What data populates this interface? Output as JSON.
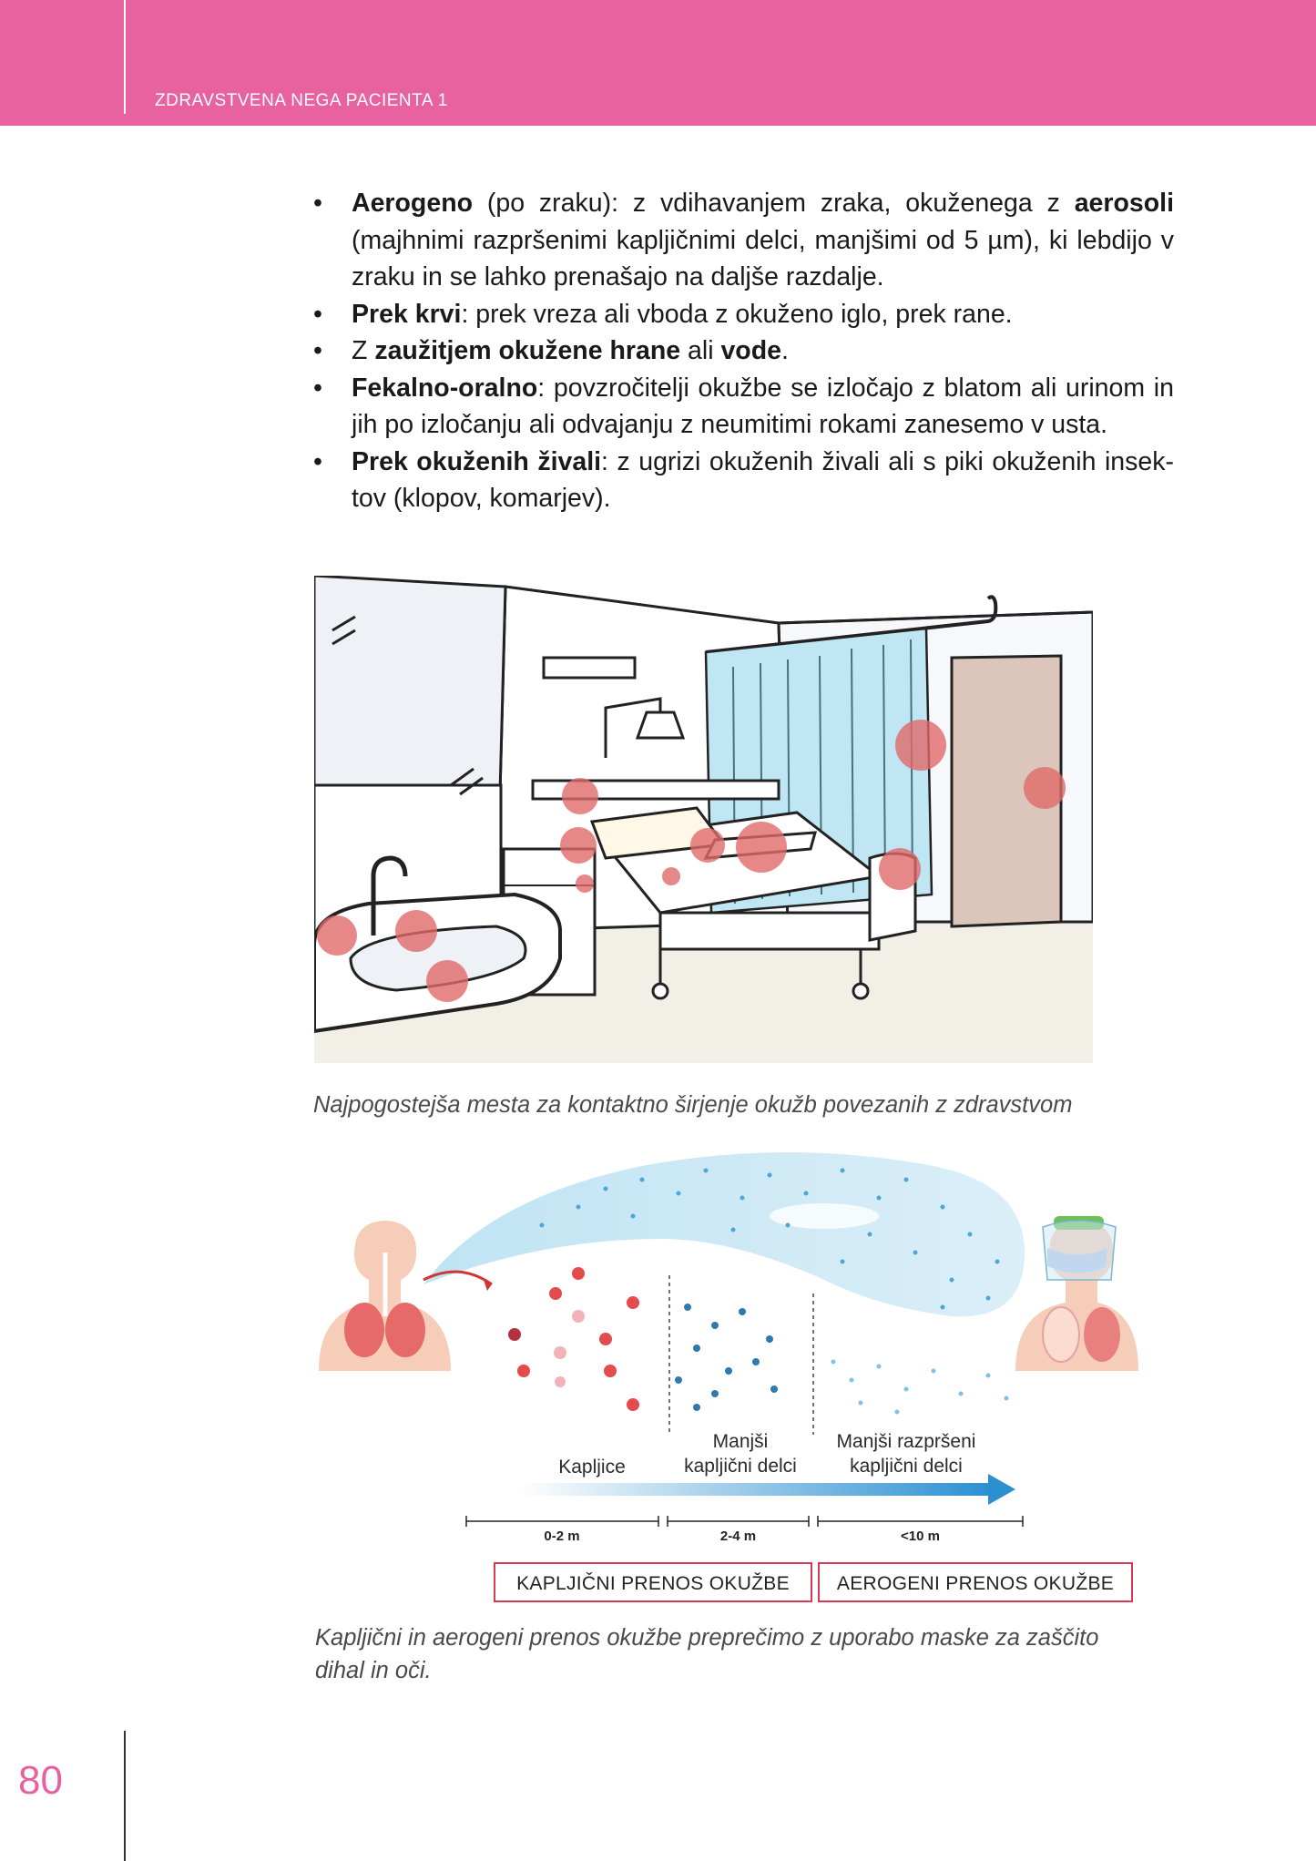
{
  "header": {
    "title": "ZDRAVSTVENA NEGA PACIENTA 1"
  },
  "bullets": [
    {
      "dot": "•",
      "parts": [
        {
          "t": "Aerogeno",
          "b": true
        },
        {
          "t": " (po zraku): z vdihavanjem zraka, okuženega z "
        },
        {
          "t": "aerosoli",
          "b": true
        },
        {
          "t": " (majhnimi razpršenimi kapljičnimi delci, manjšimi od 5 µm), ki lebdi­jo v zraku in se lahko prenašajo na daljše razdalje."
        }
      ]
    },
    {
      "dot": "•",
      "parts": [
        {
          "t": "Prek krvi",
          "b": true
        },
        {
          "t": ": prek vreza ali vboda z okuženo iglo, prek rane."
        }
      ]
    },
    {
      "dot": "•",
      "parts": [
        {
          "t": "Z "
        },
        {
          "t": "zaužitjem okužene hrane",
          "b": true
        },
        {
          "t": " ali "
        },
        {
          "t": "vode",
          "b": true
        },
        {
          "t": "."
        }
      ]
    },
    {
      "dot": "•",
      "parts": [
        {
          "t": "Fekalno-oralno",
          "b": true
        },
        {
          "t": ": povzročitelji okužbe se izločajo z blatom ali urinom in jih po izločanju ali odvajanju z neumitimi rokami zanesemo v usta."
        }
      ]
    },
    {
      "dot": "•",
      "parts": [
        {
          "t": "Prek okuženih živali",
          "b": true
        },
        {
          "t": ": z ugrizi okuženih živali ali s piki okuženih insek­tov (klopov, komarjev)."
        }
      ]
    }
  ],
  "figure1": {
    "caption": "Najpogostejša mesta za kontaktno širjenje okužb povezanih z zdravstvom"
  },
  "figure2": {
    "zones": [
      {
        "label_line1": "",
        "label_line2": "Kapljice",
        "distance": "0-2 m"
      },
      {
        "label_line1": "Manjši",
        "label_line2": "kapljični delci",
        "distance": "2-4 m"
      },
      {
        "label_line1": "Manjši razpršeni",
        "label_line2": "kapljični delci",
        "distance": "<10 m"
      }
    ],
    "box_left": "KAPLJIČNI PRENOS OKUŽBE",
    "box_right": "AEROGENI PRENOS OKUŽBE",
    "caption_line1": "Kapljični in aerogeni prenos okužbe preprečimo z uporabo maske za zaščito",
    "caption_line2": "dihal in oči."
  },
  "colors": {
    "brand": "#e7629f",
    "hotspot": "#e06a6a",
    "curtain": "#bfe6f2",
    "arrow": "#2b8fd0",
    "box_border": "#d63a52"
  },
  "page_number": "80"
}
